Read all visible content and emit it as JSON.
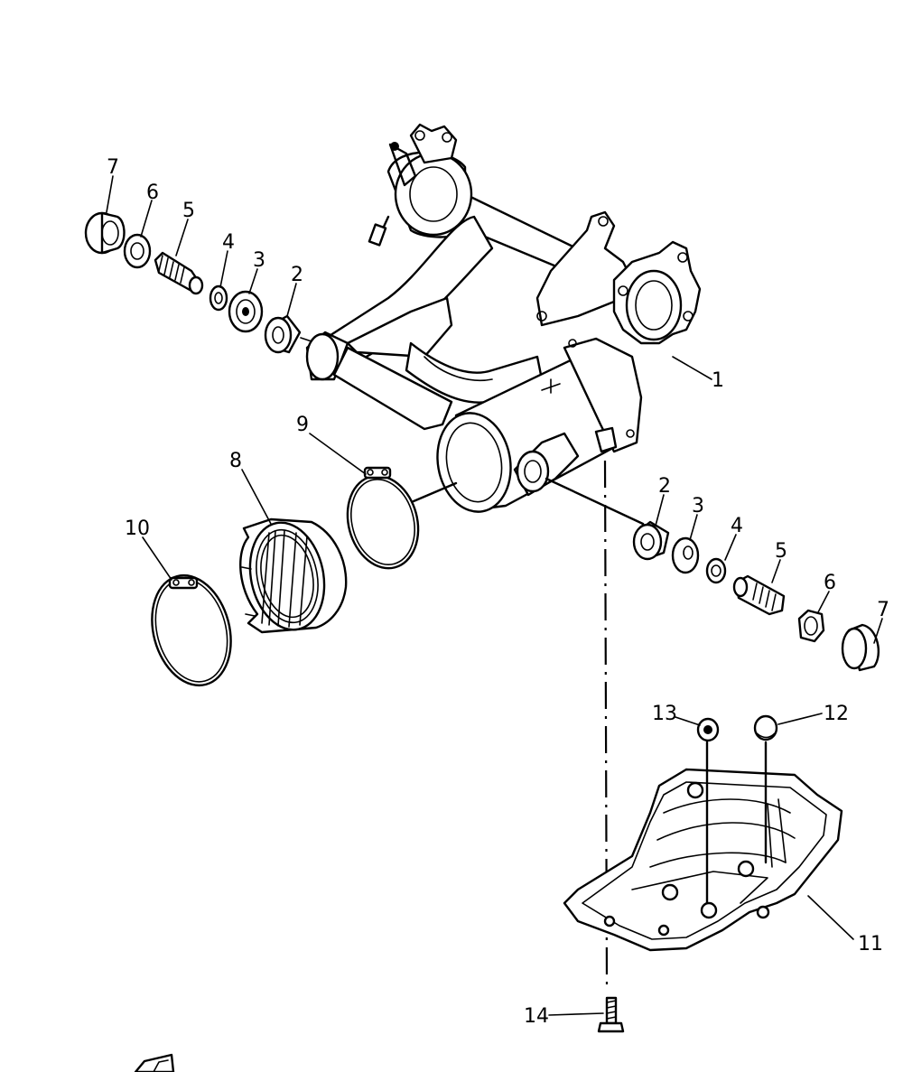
{
  "callouts": {
    "c1": "1",
    "c2a": "2",
    "c2b": "2",
    "c3a": "3",
    "c3b": "3",
    "c4a": "4",
    "c4b": "4",
    "c5a": "5",
    "c5b": "5",
    "c6a": "6",
    "c6b": "6",
    "c7a": "7",
    "c7b": "7",
    "c8": "8",
    "c9": "9",
    "c10": "10",
    "c11": "11",
    "c12": "12",
    "c13": "13",
    "c14": "14"
  }
}
